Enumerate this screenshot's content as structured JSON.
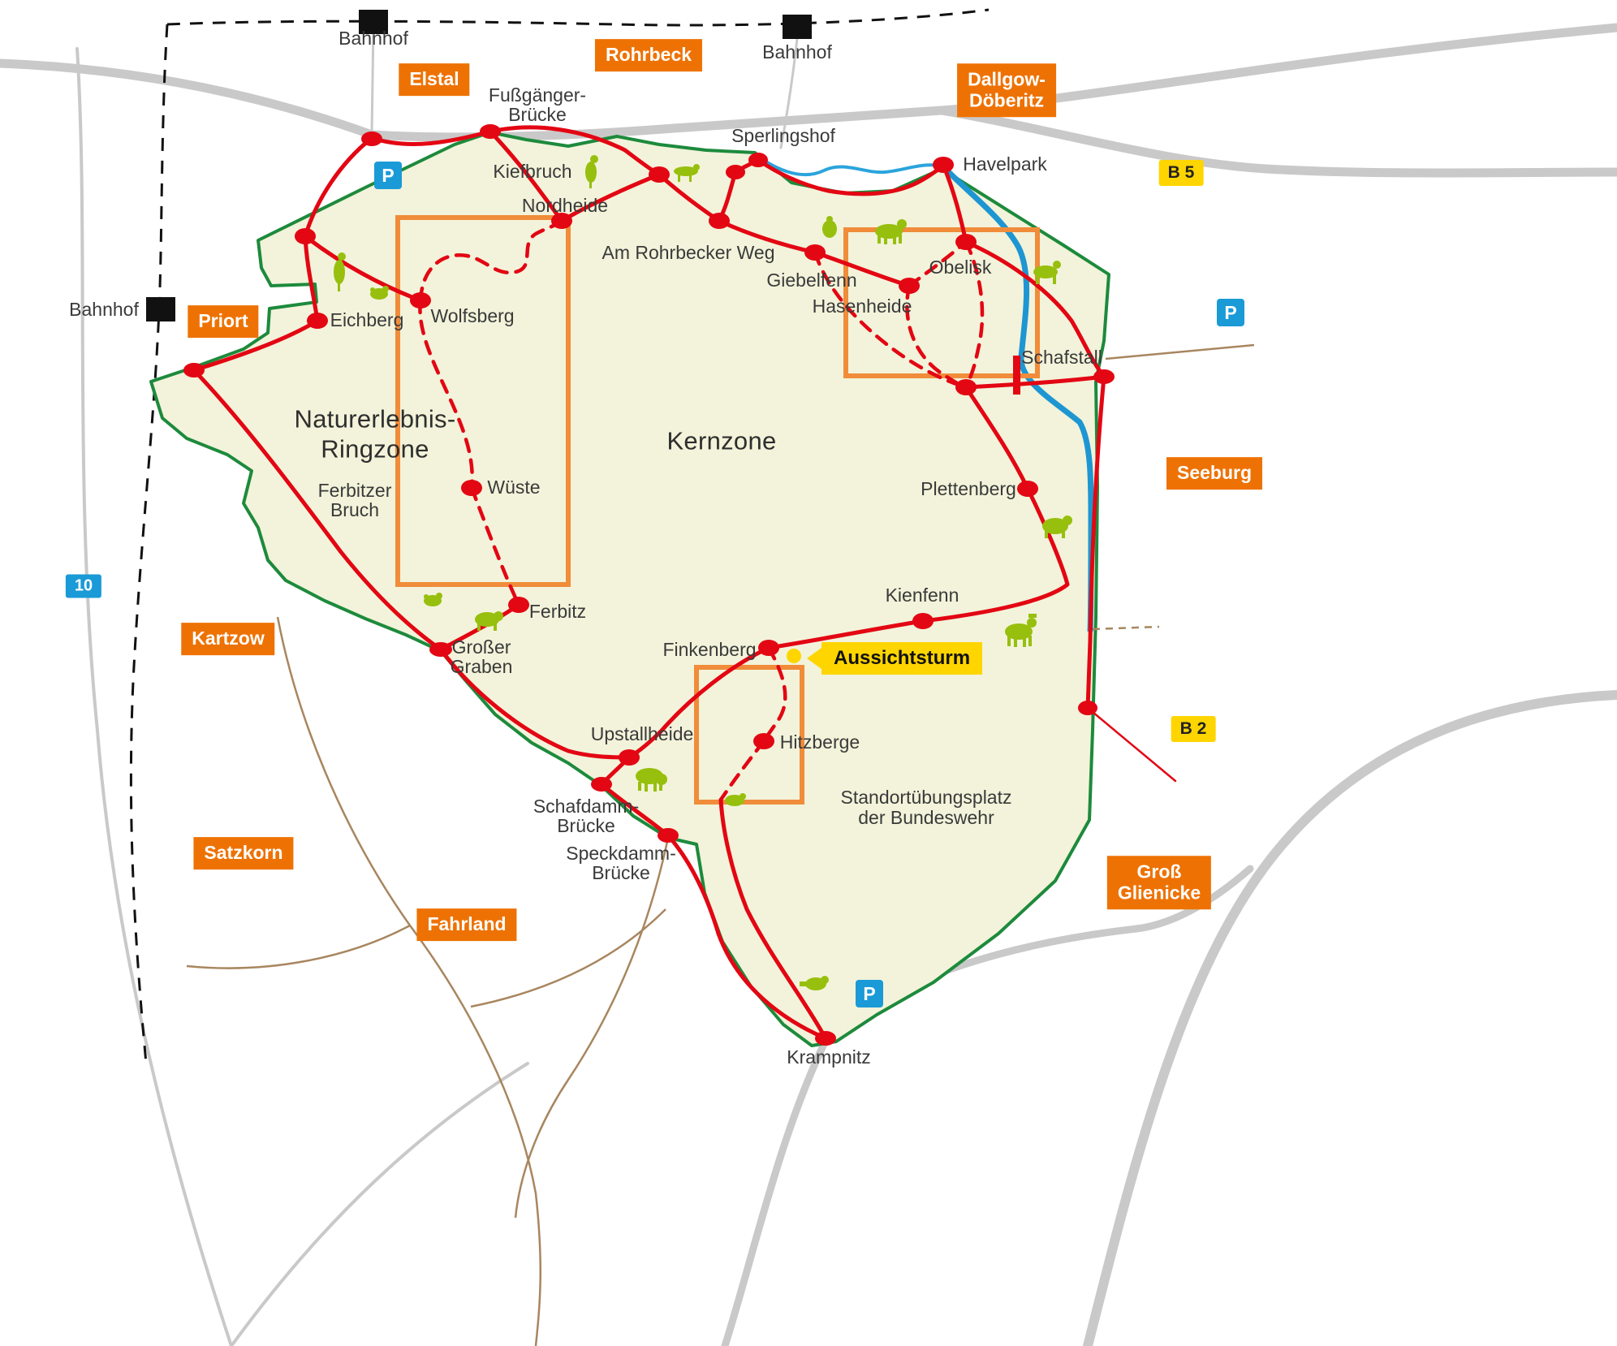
{
  "zones": {
    "ringzone_1": "Naturerlebnis-",
    "ringzone_2": "Ringzone",
    "kernzone": "Kernzone",
    "uebungsplatz_1": "Standortübungsplatz",
    "uebungsplatz_2": "der Bundeswehr"
  },
  "towns": {
    "elstal": "Elstal",
    "rohrbeck": "Rohrbeck",
    "dallgow_1": "Dallgow-",
    "dallgow_2": "Döberitz",
    "priort": "Priort",
    "kartzow": "Kartzow",
    "satzkorn": "Satzkorn",
    "fahrland": "Fahrland",
    "seeburg": "Seeburg",
    "gross_glienicke_1": "Groß",
    "gross_glienicke_2": "Glienicke"
  },
  "stations": {
    "label": "Bahnhof"
  },
  "bridges": {
    "fussgaenger_1": "Fußgänger-",
    "fussgaenger_2": "Brücke",
    "schafdamm_1": "Schafdamm-",
    "schafdamm_2": "Brücke",
    "speckdamm_1": "Speckdamm-",
    "speckdamm_2": "Brücke"
  },
  "places": {
    "kiefbruch": "Kiefbruch",
    "nordheide": "Nordheide",
    "sperlingshof": "Sperlingshof",
    "havelpark": "Havelpark",
    "am_rohrbecker_weg": "Am Rohrbecker Weg",
    "giebelfenn": "Giebelfenn",
    "obelisk": "Obelisk",
    "hasenheide": "Hasenheide",
    "schafstall": "Schafstall",
    "eichberg": "Eichberg",
    "wolfsberg": "Wolfsberg",
    "wueste": "Wüste",
    "ferbitzer_bruch_1": "Ferbitzer",
    "ferbitzer_bruch_2": "Bruch",
    "plettenberg": "Plettenberg",
    "ferbitz": "Ferbitz",
    "grosser_graben_1": "Großer",
    "grosser_graben_2": "Graben",
    "kienfenn": "Kienfenn",
    "finkenberg": "Finkenberg",
    "upstallheide": "Upstallheide",
    "hitzberge": "Hitzberge",
    "krampnitz": "Krampnitz"
  },
  "roads": {
    "b5": "B 5",
    "b2": "B 2",
    "a10": "10"
  },
  "parking_label": "P",
  "tower_label": "Aussichtsturm",
  "colors": {
    "reserve_fill": "#f2f3da",
    "boundary_green": "#1d8a3c",
    "route_red": "#e30613",
    "water_blue": "#1e96d2",
    "road_gray": "#c9c9c9",
    "path_brown": "#a8865f",
    "town_orange": "#ee7203",
    "inset_orange": "#f08c3a",
    "badge_yellow": "#ffd500",
    "badge_blue": "#1a9ad7",
    "animal_green": "#97bf0d"
  }
}
